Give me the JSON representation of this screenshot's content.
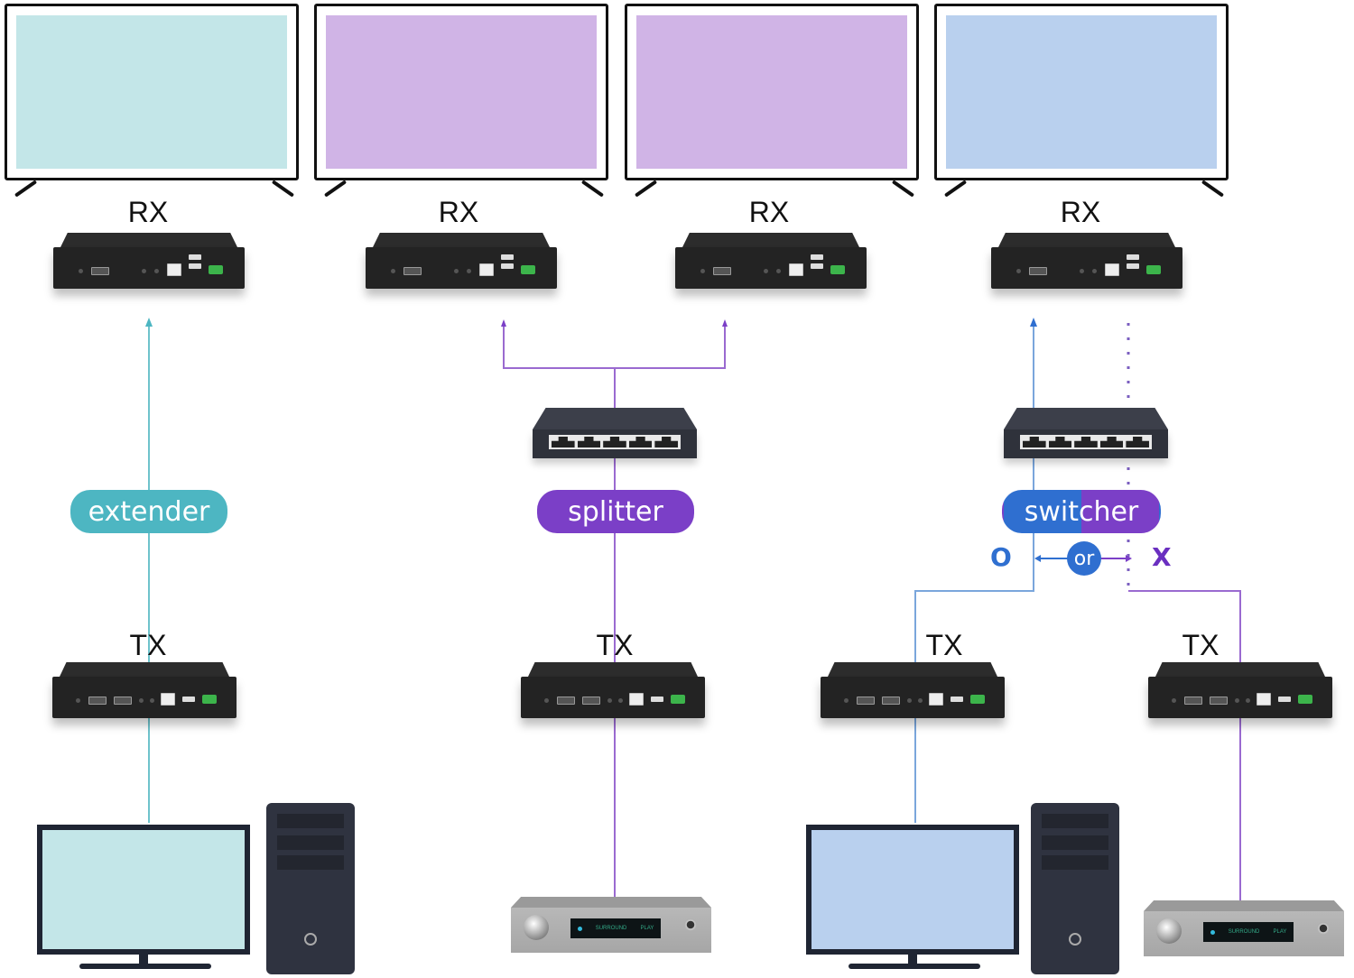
{
  "colors": {
    "extender": "#4db6c2",
    "splitter": "#7b3fc7",
    "switcher_left": "#2f6fd0",
    "switcher_right": "#7b3fc7",
    "line_teal": "#6fc3cc",
    "line_purple": "#9a6ad0",
    "line_blue": "#7aa6dc",
    "screen_teal": "#c3e6e8",
    "screen_purple": "#d0b4e6",
    "screen_blue": "#b9d0ee"
  },
  "displays": [
    {
      "label": "RX",
      "screen": "teal"
    },
    {
      "label": "RX",
      "screen": "purple"
    },
    {
      "label": "RX",
      "screen": "purple"
    },
    {
      "label": "RX",
      "screen": "blue"
    }
  ],
  "transmitters": [
    {
      "label": "TX"
    },
    {
      "label": "TX"
    },
    {
      "label": "TX"
    },
    {
      "label": "TX"
    }
  ],
  "modes": {
    "extender": "extender",
    "splitter": "splitter",
    "switcher_a": "swit",
    "switcher_b": "cher"
  },
  "switch_choice": {
    "selected": "O",
    "or": "or",
    "unselected": "X"
  },
  "sources": [
    {
      "type": "pc",
      "icon": "desktop-computer-icon"
    },
    {
      "type": "av-receiver",
      "icon": "amplifier-icon",
      "display": [
        "",
        "SURROUND",
        "PLAY"
      ]
    },
    {
      "type": "pc",
      "icon": "desktop-computer-icon"
    },
    {
      "type": "av-receiver",
      "icon": "amplifier-icon",
      "display": [
        "",
        "SURROUND",
        "PLAY"
      ]
    }
  ]
}
